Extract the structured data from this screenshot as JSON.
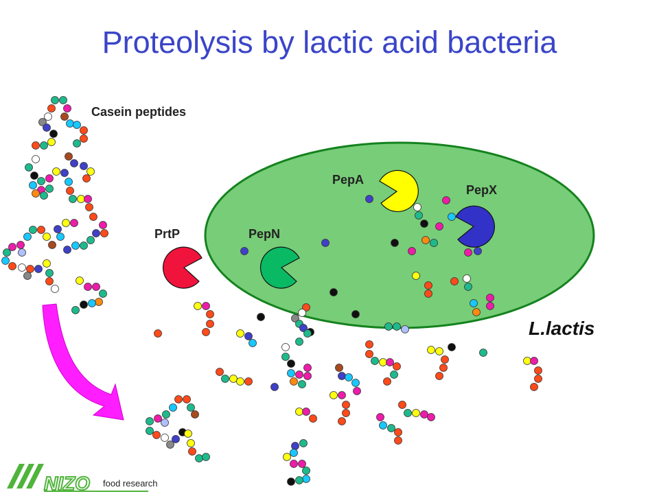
{
  "slide": {
    "title": "Proteolysis by lactic acid bacteria",
    "casein_label": "Casein peptides",
    "species_label": "L.lactis"
  },
  "enzymes": {
    "prtp": {
      "label": "PrtP",
      "color": "#f0143c"
    },
    "pepn": {
      "label": "PepN",
      "color": "#0ab964"
    },
    "pepa": {
      "label": "PepA",
      "color": "#ffff00"
    },
    "pepx": {
      "label": "PepX",
      "color": "#3232c8"
    }
  },
  "cell_color": "#78cd78",
  "arrow_color": "#ff1eff",
  "logo": {
    "brand": "NIZO",
    "tagline": "food research",
    "color": "#50b43c"
  },
  "bead_colors": [
    "#ff4a1a",
    "#1fba8c",
    "#ee1caa",
    "#18c8ff",
    "#ffff10",
    "#4040c8",
    "#101010",
    "#ffffff",
    "#888888",
    "#ff8a10",
    "#b0c0ff",
    "#a84a20"
  ]
}
